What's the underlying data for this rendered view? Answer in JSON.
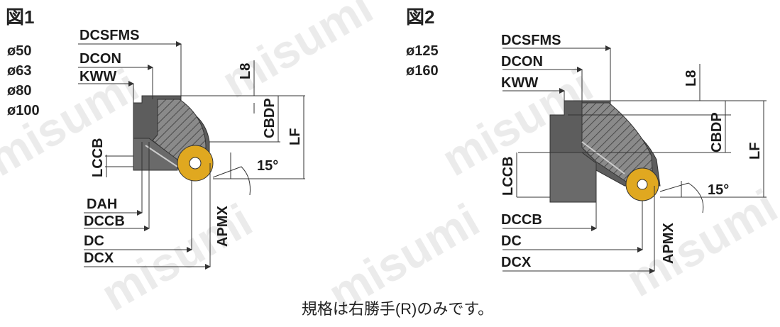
{
  "watermark": "misumi",
  "fig1": {
    "title": "図1",
    "diameters": [
      "ø50",
      "ø63",
      "ø80",
      "ø100"
    ],
    "labels": {
      "dcsfms": "DCSFMS",
      "dcon": "DCON",
      "kww": "KWW",
      "l8": "L8",
      "cbdp": "CBDP",
      "lf": "LF",
      "lccb": "LCCB",
      "dah": "DAH",
      "dccb": "DCCB",
      "dc": "DC",
      "dcx": "DCX",
      "apmx": "APMX",
      "angle": "15°"
    }
  },
  "fig2": {
    "title": "図2",
    "diameters": [
      "ø125",
      "ø160"
    ],
    "labels": {
      "dcsfms": "DCSFMS",
      "dcon": "DCON",
      "kww": "KWW",
      "l8": "L8",
      "cbdp": "CBDP",
      "lf": "LF",
      "lccb": "LCCB",
      "dccb": "DCCB",
      "dc": "DC",
      "dcx": "DCX",
      "apmx": "APMX",
      "angle": "15°"
    }
  },
  "note": "規格は右勝手(R)のみです。",
  "colors": {
    "body": "#5d5d5d",
    "hatch": "#888888",
    "insert": "#e0a820",
    "line": "#333333"
  }
}
